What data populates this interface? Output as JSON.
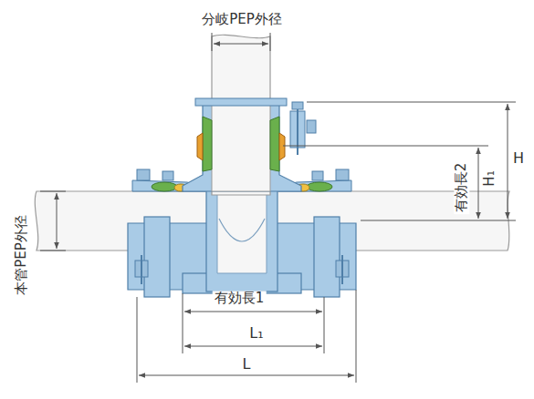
{
  "diagram": {
    "labels": [
      "分岐PEP外径",
      "本管PEP外径",
      "有効長2",
      "H₁",
      "H",
      "有効長1",
      "L₁",
      "L"
    ]
  }
}
